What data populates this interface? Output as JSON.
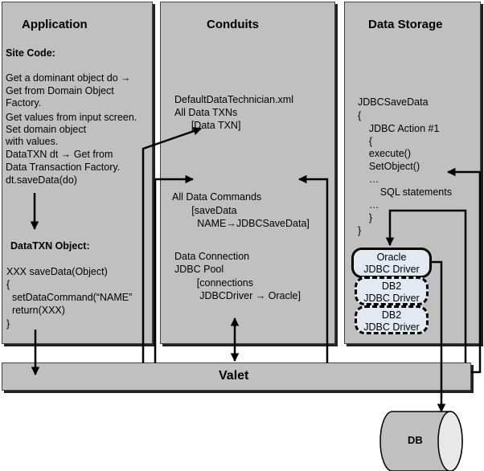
{
  "panels": {
    "application": "Application",
    "conduits": "Conduits",
    "data_storage": "Data Storage"
  },
  "application": {
    "site_code_heading": "Site Code:",
    "site_code_lines": [
      "Get a dominant object do →",
      "Get from Domain Object",
      "Factory.",
      "Get values from input screen.",
      "Set domain object",
      "with values.",
      "DataTXN dt → Get from",
      "Data Transaction Factory.",
      "dt.saveData(do)"
    ],
    "datatxn_heading": "DataTXN Object:",
    "datatxn_lines": [
      "XXX saveData(Object)",
      "{",
      "  setDataCommand(“NAME”",
      "  return(XXX)",
      "}"
    ]
  },
  "conduits": {
    "txn_lines": [
      "DefaultDataTechnician.xml",
      "All Data TXNs",
      "      [Data TXN]"
    ],
    "cmd_lines": [
      "All Data Commands",
      "       [saveData",
      "         NAME→JDBCSaveData]"
    ],
    "conn_lines": [
      "Data Connection",
      "JDBC Pool",
      "        [connections",
      "         JDBCDriver → Oracle]"
    ]
  },
  "storage": {
    "code_lines": [
      "JDBCSaveData",
      "{",
      "    JDBC Action #1",
      "    {",
      "    execute()",
      "    SetObject()",
      "    …",
      "        SQL statements",
      "    …",
      "    }",
      "}"
    ],
    "drivers": [
      {
        "line1": "Oracle",
        "line2": "JDBC Driver",
        "style": "solid"
      },
      {
        "line1": "DB2",
        "line2": "JDBC Driver",
        "style": "dashed"
      },
      {
        "line1": "DB2",
        "line2": "JDBC Driver",
        "style": "dashed"
      }
    ]
  },
  "valet": "Valet",
  "db": "DB"
}
